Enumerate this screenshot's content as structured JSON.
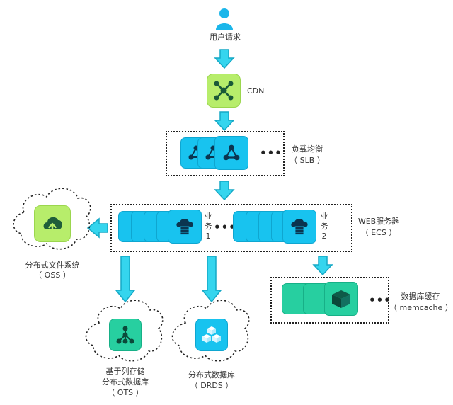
{
  "nodes": {
    "user_request": "用户请求",
    "cdn": "CDN",
    "slb_name": "负载均衡",
    "slb_code": "（ SLB ）",
    "web_name": "WEB服务器",
    "web_code": "（ ECS ）",
    "biz1_a": "业",
    "biz1_b": "务",
    "biz1_c": "1",
    "biz2_a": "业",
    "biz2_b": "务",
    "biz2_c": "2",
    "oss_name": "分布式文件系统",
    "oss_code": "（ OSS ）",
    "cache_name": "数据库缓存",
    "cache_code": "（ memcache ）",
    "ots_line1": "基于列存储",
    "ots_line2": "分布式数据库",
    "ots_code": "（ OTS ）",
    "drds_name": "分布式数据库",
    "drds_code": "（ DRDS ）",
    "ellipsis": "•••"
  },
  "colors": {
    "arrow": "#35d5ee",
    "arrow_stroke": "#15a9c6",
    "tile_blue": "#18c3ef",
    "tile_green": "#27cfa0",
    "tile_lime": "#b7ed6b",
    "oss_tile": "#b7ed6b",
    "user_icon": "#1bb6ea"
  },
  "icons": [
    "user-icon",
    "network-hub-icon",
    "share-nodes-icon",
    "cloud-server-icon",
    "cloud-upload-icon",
    "cube-icon",
    "tree-nodes-icon",
    "blocks-icon"
  ]
}
